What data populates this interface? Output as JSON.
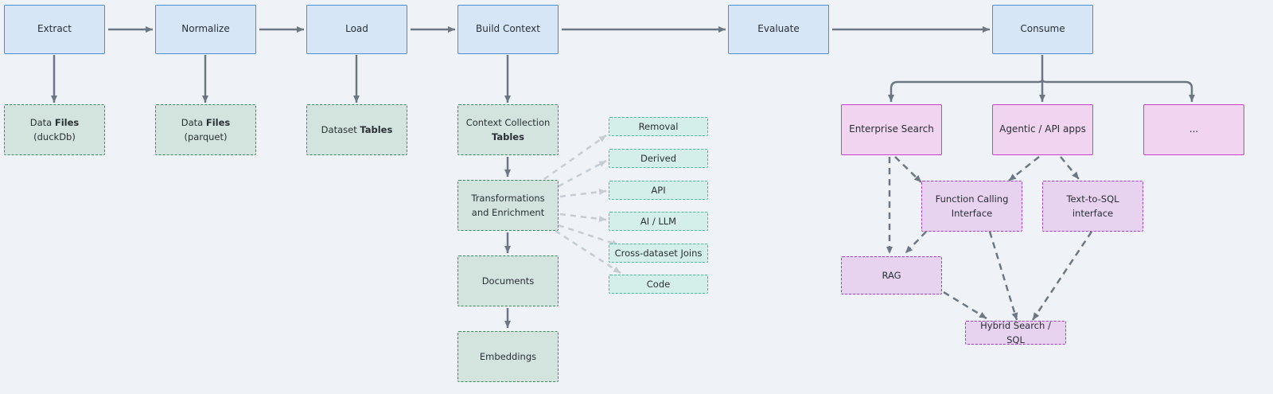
{
  "pipeline": {
    "extract": "Extract",
    "normalize": "Normalize",
    "load": "Load",
    "build_context": "Build Context",
    "evaluate": "Evaluate",
    "consume": "Consume"
  },
  "outputs": {
    "data_files_duckdb": {
      "pre": "Data ",
      "bold": "Files",
      "post": " (duckDb)"
    },
    "data_files_parquet": {
      "pre": "Data ",
      "bold": "Files",
      "post": " (parquet)"
    },
    "dataset_tables": {
      "pre": "Dataset ",
      "bold": "Tables",
      "post": ""
    }
  },
  "context": {
    "collection_line1": "Context Collection",
    "collection_bold": "Tables",
    "transformations": "Transformations and Enrichment",
    "documents": "Documents",
    "embeddings": "Embeddings"
  },
  "enrichments": [
    "Removal",
    "Derived",
    "API",
    "AI / LLM",
    "Cross-dataset Joins",
    "Code"
  ],
  "consumers": {
    "enterprise_search": "Enterprise Search",
    "agentic_apps": "Agentic / API apps",
    "more": "...",
    "function_calling": "Function Calling Interface",
    "text_to_sql": "Text-to-SQL interface",
    "rag": "RAG",
    "hybrid": "Hybrid Search / SQL"
  },
  "colors": {
    "stage_fill": "#d7e6f6",
    "stage_border": "#4a8fd2",
    "store_fill": "#d3e4de",
    "store_border": "#3f8a5c",
    "chip_fill": "#d4efea",
    "chip_border": "#4bb8a3",
    "app_fill": "#f1d4f0",
    "app_border": "#cc3fc9",
    "iface_fill": "#e7d2f0",
    "iface_border": "#a53ec8",
    "arrow": "#6b7884",
    "arrow_light": "#c5ccd3"
  }
}
